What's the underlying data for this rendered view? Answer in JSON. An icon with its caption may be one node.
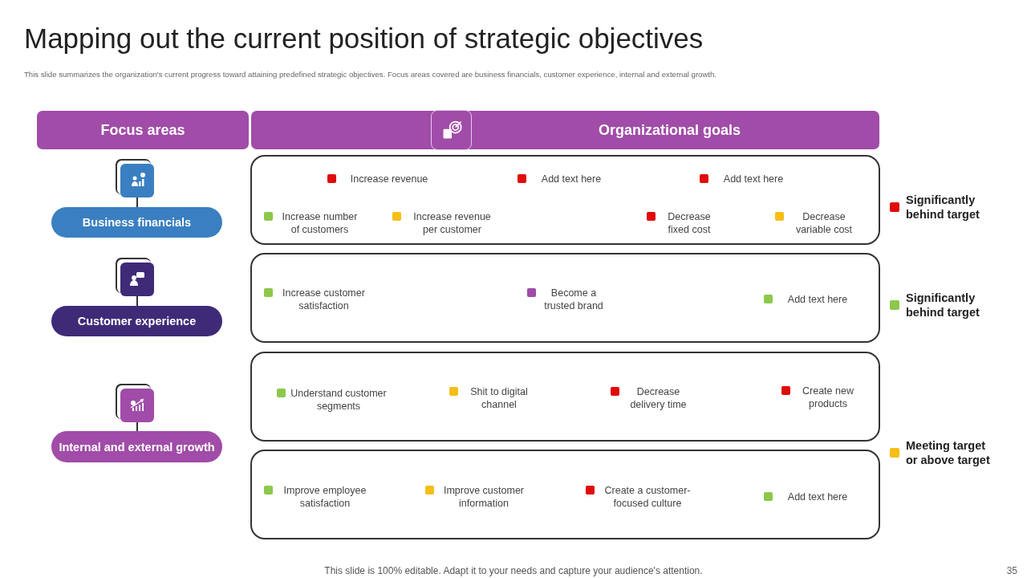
{
  "diagram": {
    "title": "Mapping out the current position of strategic objectives",
    "nodes": [
      {
        "text": [
          "Focus areas"
        ]
      },
      {
        "text": [
          "Organizational goals"
        ]
      },
      {
        "text": [],
        "shape": "box"
      },
      {
        "text": [
          "Business financials"
        ]
      },
      {
        "text": [
          "Increase revenue",
          "Add text here",
          "Add text here",
          "Increase number of customers",
          "Increase revenue per customer",
          "Decrease fixed cost",
          "Decrease variable cost"
        ]
      },
      {
        "text": [],
        "shape": "box"
      },
      {
        "text": [
          "Customer experience"
        ]
      },
      {
        "text": [
          "Increase customer satisfaction",
          "Become a trusted brand",
          "Add text here"
        ]
      },
      {
        "text": [],
        "shape": "box"
      },
      {
        "text": [
          "Internal and external growth"
        ]
      },
      {
        "text": [
          "Understand customer segments",
          "Shit to digital channel",
          "Decrease delivery time",
          "Create new products"
        ]
      },
      {
        "text": [
          "Improve employee satisfaction",
          "Improve customer information",
          "Create a customer-focused culture",
          "Add text here"
        ]
      }
    ],
    "edges": [
      {
        "from": 2,
        "to": 3,
        "arrow": "none"
      },
      {
        "from": 5,
        "to": 6,
        "arrow": "none"
      },
      {
        "from": 8,
        "to": 9,
        "arrow": "none"
      }
    ],
    "labels": [
      "This slide summarizes the organization's current progress toward attaining predefined strategic objectives. Focus areas covered are business financials, customer experience, internal and external growth.",
      "This slide is 100% editable. Adapt it to your needs and capture your audience's attention.",
      "35"
    ],
    "legend": [
      {
        "text": "Significantly behind target",
        "color": "#e00b0b"
      },
      {
        "text": "Significantly behind target",
        "color": "#8cc84b"
      },
      {
        "text": "Meeting target or above target",
        "color": "#f5be19"
      }
    ]
  }
}
